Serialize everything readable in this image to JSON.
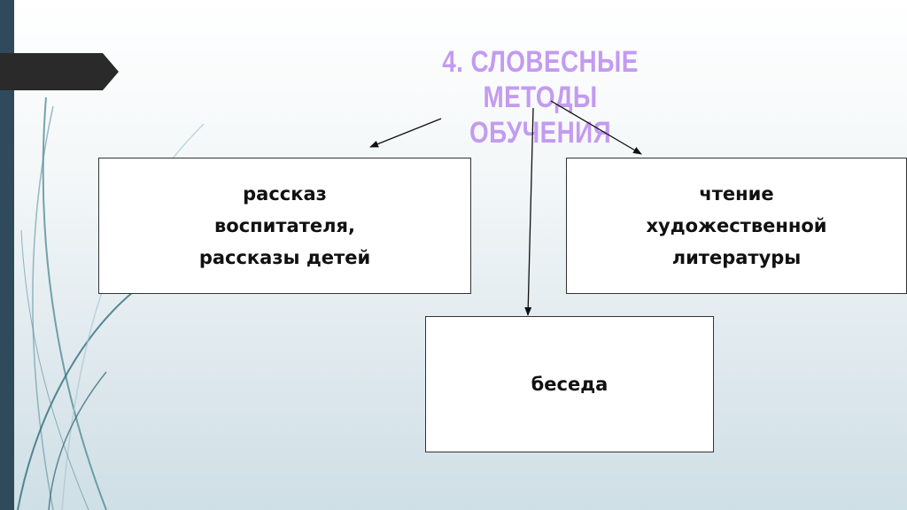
{
  "slide": {
    "title_lines": [
      "4. СЛОВЕСНЫЕ",
      "МЕТОДЫ ОБУЧЕНИЯ"
    ],
    "title_color": "#c39bf0"
  },
  "boxes": {
    "left": {
      "lines": [
        "рассказ",
        "воспитателя,",
        "рассказы детей"
      ]
    },
    "right": {
      "lines": [
        "чтение",
        "художественной",
        "литературы"
      ]
    },
    "bottom": {
      "lines": [
        "беседа"
      ]
    }
  },
  "edges": [
    {
      "from": "title",
      "to": "left"
    },
    {
      "from": "title",
      "to": "bottom"
    },
    {
      "from": "title",
      "to": "right"
    }
  ],
  "colors": {
    "left_bar": "#2f4a5a",
    "tab": "#2a2a2a",
    "decor_lines": "#2f6d7a"
  }
}
